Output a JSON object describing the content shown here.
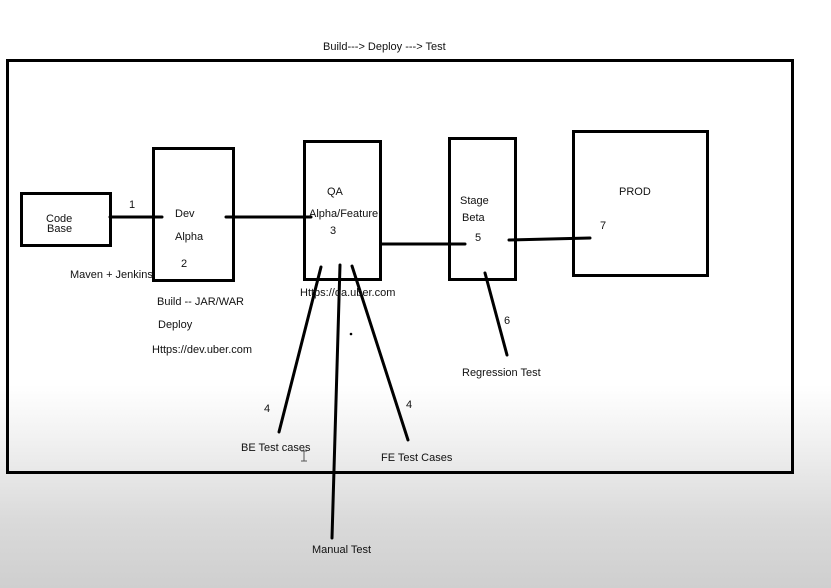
{
  "diagram": {
    "title": "Build---> Deploy ---> Test",
    "nodes": {
      "code_base": {
        "line1": "Code",
        "line2": "Base"
      },
      "dev": {
        "line1": "Dev",
        "line2": "Alpha",
        "step": "2"
      },
      "qa": {
        "line1": "QA",
        "line2": "Alpha/Feature",
        "step": "3",
        "url": "Https://qa.uber.com"
      },
      "stage": {
        "line1": "Stage",
        "line2": "Beta",
        "step": "5"
      },
      "prod": {
        "label": "PROD",
        "step": "7"
      }
    },
    "annotations": {
      "step1": "1",
      "maven": "Maven + Jenkins",
      "build": "Build -- JAR/WAR",
      "deploy": "Deploy",
      "dev_url": "Https://dev.uber.com",
      "be_step": "4",
      "fe_step": "4",
      "regression_step": "6",
      "be_tests": "BE Test cases",
      "fe_tests": "FE Test Cases",
      "manual_test": "Manual Test",
      "regression_test": "Regression Test"
    }
  }
}
